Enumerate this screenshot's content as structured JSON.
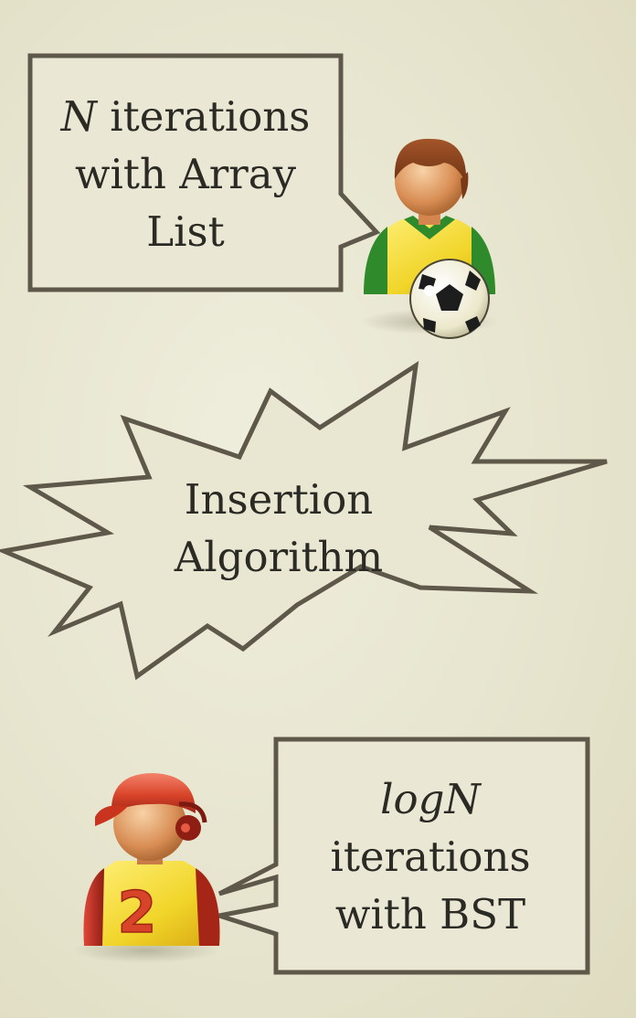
{
  "top_callout": {
    "italic_word": "N",
    "line1_rest": " iterations",
    "line2": "with Array",
    "line3": "List"
  },
  "center_burst": {
    "line1": "Insertion",
    "line2": "Algorithm"
  },
  "bottom_callout": {
    "italic_line": "logN",
    "line2": "iterations",
    "line3": "with BST"
  },
  "player_badge_number": "2",
  "colors": {
    "outline": "#5e584a",
    "box_fill": "#eae8d4",
    "text": "#2b2a24",
    "jersey_yellow": "#f1d52a",
    "jersey_green": "#2e8a2b",
    "cap_red": "#c9341f"
  },
  "icons": [
    "soccer-player-icon",
    "soccer-ball-icon",
    "numbered-player-icon"
  ]
}
